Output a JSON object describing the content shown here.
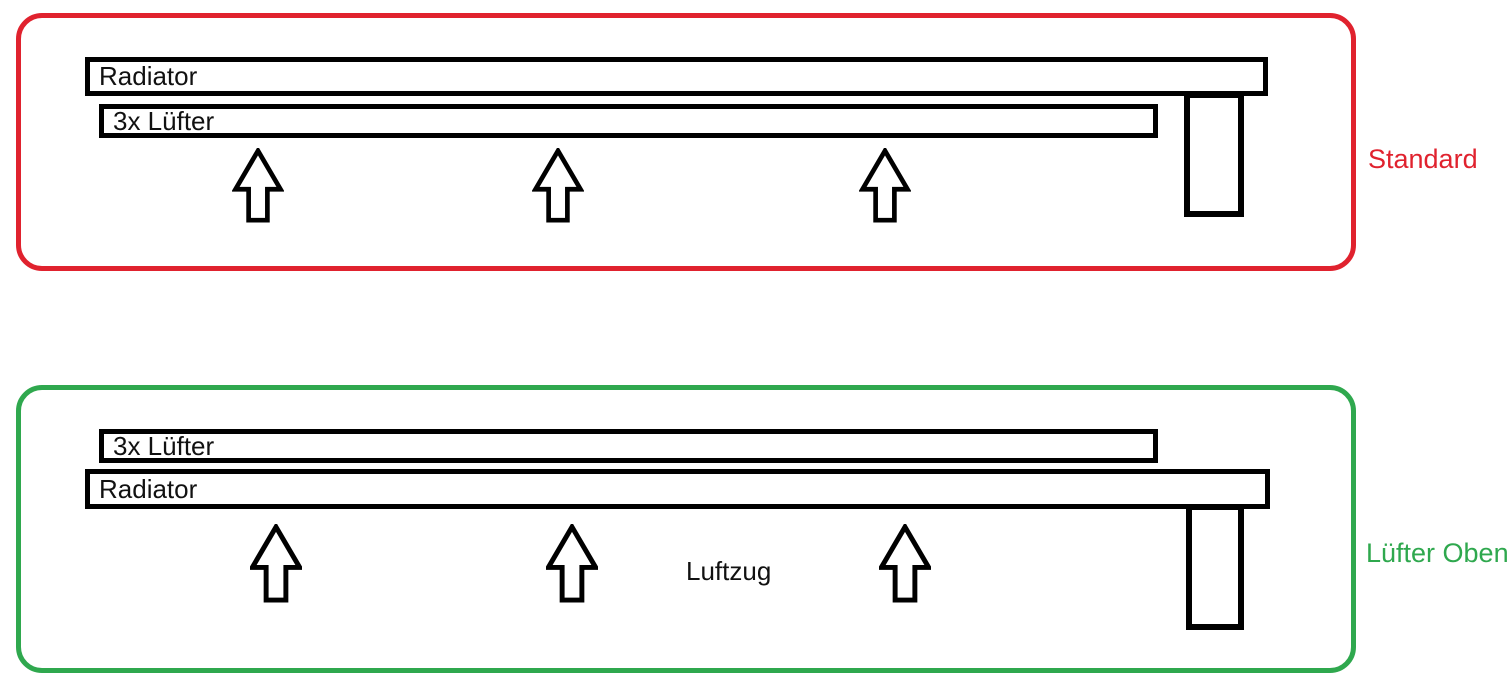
{
  "panels": {
    "standard": {
      "side_label": "Standard",
      "accent": "#e0222e",
      "top_bar_label": "Radiator",
      "bottom_bar_label": "3x Lüfter"
    },
    "luefter_oben": {
      "side_label": "Lüfter Oben",
      "accent": "#2fa84e",
      "top_bar_label": "3x Lüfter",
      "bottom_bar_label": "Radiator",
      "airflow_label": "Luftzug"
    }
  },
  "icons": {
    "airflow_arrow": "up-arrow-icon"
  },
  "colors": {
    "outline": "#000000",
    "background": "#ffffff"
  }
}
